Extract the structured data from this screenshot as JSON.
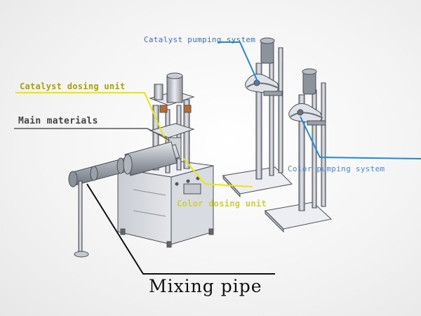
{
  "labels": {
    "catalyst_pumping_system": "Catalyst pumping system",
    "catalyst_dosing_unit": "Catalyst dosing unit",
    "main_materials": "Main materials",
    "color_pumping_system": "Color pumping system",
    "color_dosing_unit": "Color dosing unit",
    "mixing_pipe": "Mixing pipe"
  },
  "colors": {
    "catalyst_pumping_leader": "#1e88e5",
    "color_pumping_leader": "#1e88e5",
    "catalyst_dosing_leader": "#e8e800",
    "color_dosing_leader": "#e8e800",
    "main_materials_leader": "#555555",
    "mixing_pipe_leader": "#111111",
    "machine_body": "#d6d9de",
    "machine_edge": "#4a4f57"
  }
}
